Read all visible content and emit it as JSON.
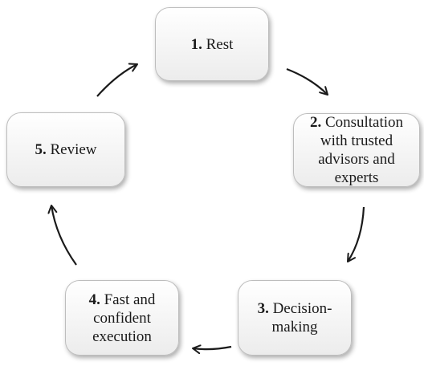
{
  "steps": [
    {
      "number": "1.",
      "lines": [
        "Rest"
      ]
    },
    {
      "number": "2.",
      "lines": [
        "Consultation",
        "with trusted",
        "advisors and",
        "experts"
      ]
    },
    {
      "number": "3.",
      "lines": [
        "Decision-",
        "making"
      ]
    },
    {
      "number": "4.",
      "lines": [
        "Fast and",
        "confident",
        "execution"
      ]
    },
    {
      "number": "5.",
      "lines": [
        "Review"
      ]
    }
  ],
  "colors": {
    "arrow": "#1a1a1a",
    "box_border": "#bdbdbd",
    "box_fill_top": "#ffffff",
    "box_fill_bottom": "#ececec"
  }
}
